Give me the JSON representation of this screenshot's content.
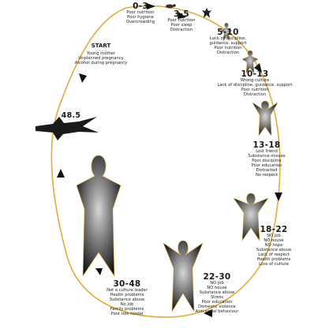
{
  "colors": {
    "cycle_line": "#e0ad3a",
    "arrow": "#111111",
    "figure_dark": "#141414",
    "figure_mid": "#8a8a8a",
    "figure_light": "#c8c8c8",
    "figure_edge": "#e3b44a"
  },
  "start": {
    "title": "START",
    "tiny": "————",
    "lines": [
      "Young mother",
      "Unplanned pregnancy",
      "Alcohol during pregnancy"
    ]
  },
  "stages": [
    {
      "age": "0-3",
      "lines": [
        "Poor nutrition",
        "Poor hygiene",
        "Overcrowding"
      ]
    },
    {
      "age": "3-5",
      "lines": [
        "Poor nutrition",
        "Poor sleep",
        "Distraction"
      ]
    },
    {
      "age": "5-10",
      "lines": [
        "Lack of discipline,",
        "guidance, support",
        "Poor nutrition",
        "Distraction"
      ]
    },
    {
      "age": "10-13",
      "lines": [
        "Wrong culture",
        "Lack of discipline, guidance, support",
        "Poor nutrition",
        "Distraction"
      ]
    },
    {
      "age": "13-18",
      "lines": [
        "Lost friend",
        "Substance misuse",
        "Poor discipline",
        "Poor education",
        "Distracted",
        "No respect"
      ]
    },
    {
      "age": "18-22",
      "lines": [
        "NO job",
        "NO house",
        "NO hope",
        "Substance abuse",
        "Lack of respect",
        "Health problems",
        "Loss of culture"
      ]
    },
    {
      "age": "22-30",
      "lines": [
        "NO job",
        "NO house",
        "Substance abuse",
        "Stress",
        "Poor education",
        "Domestic violence",
        "Anti-social behaviour"
      ]
    },
    {
      "age": "30-48",
      "lines": [
        "Not a culture leader",
        "Health problems",
        "Substance abuse",
        "No job",
        "Family problems",
        "Poor role model"
      ]
    },
    {
      "age": "48.5",
      "lines": []
    }
  ]
}
